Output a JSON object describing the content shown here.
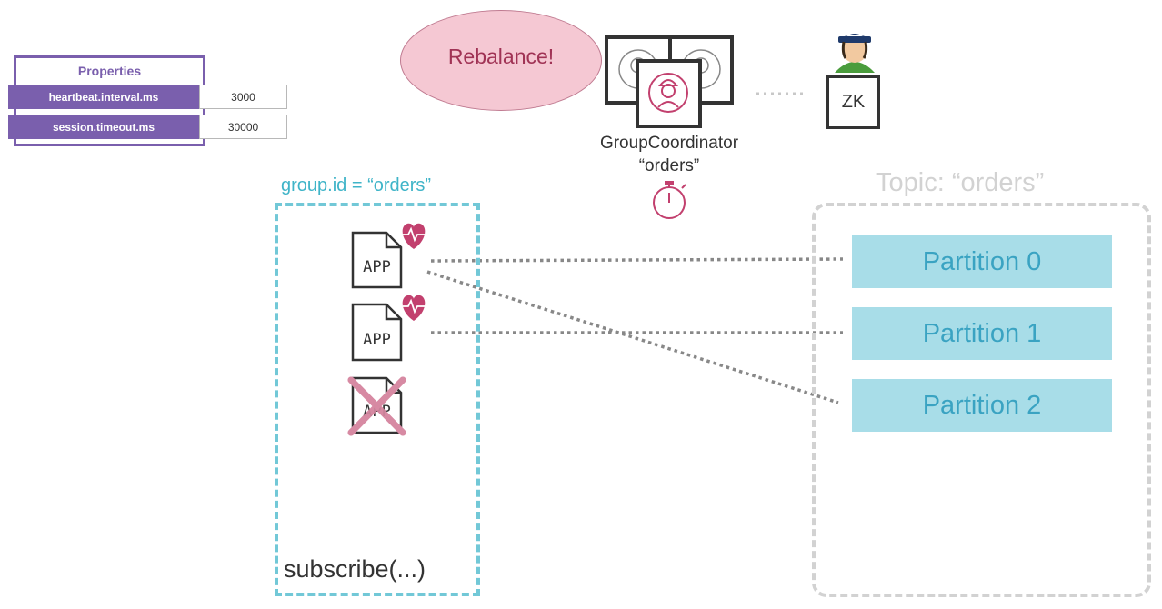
{
  "properties": {
    "title": "Properties",
    "rows": [
      {
        "key": "heartbeat.interval.ms",
        "value": "3000"
      },
      {
        "key": "session.timeout.ms",
        "value": "30000"
      }
    ]
  },
  "bubble": {
    "text": "Rebalance!"
  },
  "coordinator": {
    "line1": "GroupCoordinator",
    "line2": "“orders”"
  },
  "zookeeper": {
    "label": "ZK"
  },
  "group": {
    "label": "group.id = “orders”",
    "subscribe": "subscribe(...)"
  },
  "apps": [
    {
      "label": "APP",
      "status": "alive"
    },
    {
      "label": "APP",
      "status": "alive"
    },
    {
      "label": "APP",
      "status": "dead"
    }
  ],
  "topic": {
    "label": "Topic: “orders”",
    "partitions": [
      "Partition 0",
      "Partition 1",
      "Partition 2"
    ]
  },
  "colors": {
    "purple": "#7a5fad",
    "pink": "#c2406e",
    "cyan": "#72c8d7",
    "partition_bg": "#a8dde8",
    "partition_text": "#3aa3c2",
    "dark": "#333333"
  }
}
